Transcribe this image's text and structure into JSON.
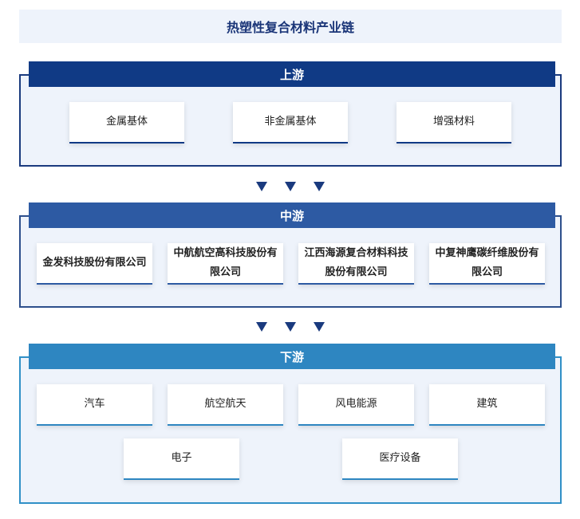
{
  "title": "热塑性复合材料产业链",
  "colors": {
    "upstream_header": "#103a85",
    "upstream_border": "#1a3a7e",
    "midstream_header": "#2d5aa3",
    "midstream_border": "#2d4f8c",
    "downstream_header": "#2e86c1",
    "downstream_border": "#3090c7",
    "arrow": "#1a3a7e"
  },
  "upstream": {
    "label": "上游",
    "items": [
      "金属基体",
      "非金属基体",
      "增强材料"
    ]
  },
  "midstream": {
    "label": "中游",
    "items": [
      "金发科技股份有限公司",
      "中航航空高科技股份有限公司",
      "江西海源复合材料科技股份有限公司",
      "中复神鹰碳纤维股份有限公司"
    ]
  },
  "downstream": {
    "label": "下游",
    "items": [
      "汽车",
      "航空航天",
      "风电能源",
      "建筑",
      "电子",
      "医疗设备"
    ]
  }
}
